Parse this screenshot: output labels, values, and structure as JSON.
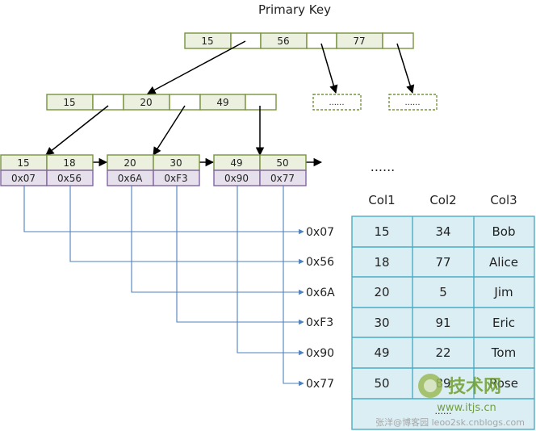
{
  "title": "Primary Key",
  "ellipsis_box": "......",
  "ellipsis_big": "......",
  "root_node": {
    "keys": [
      "15",
      "56",
      "77"
    ]
  },
  "internal_node": {
    "keys": [
      "15",
      "20",
      "49"
    ]
  },
  "leaf_nodes": [
    {
      "keys": [
        "15",
        "18"
      ],
      "addrs": [
        "0x07",
        "0x56"
      ]
    },
    {
      "keys": [
        "20",
        "30"
      ],
      "addrs": [
        "0x6A",
        "0xF3"
      ]
    },
    {
      "keys": [
        "49",
        "50"
      ],
      "addrs": [
        "0x90",
        "0x77"
      ]
    }
  ],
  "pointer_labels": [
    "0x07",
    "0x56",
    "0x6A",
    "0xF3",
    "0x90",
    "0x77"
  ],
  "table": {
    "headers": [
      "Col1",
      "Col2",
      "Col3"
    ],
    "rows": [
      [
        "15",
        "34",
        "Bob"
      ],
      [
        "18",
        "77",
        "Alice"
      ],
      [
        "20",
        "5",
        "Jim"
      ],
      [
        "30",
        "91",
        "Eric"
      ],
      [
        "49",
        "22",
        "Tom"
      ],
      [
        "50",
        "89",
        "Rose"
      ]
    ],
    "last_row": "......"
  },
  "watermark": {
    "logo_text": "技术网",
    "site": "www.itjs.cn",
    "credit": "张洋@博客园 leoo2sk.cnblogs.com"
  },
  "colors": {
    "node_fill": "#ebf1de",
    "node_border": "#77933c",
    "addr_fill": "#e6e0ec",
    "addr_border": "#8064a2",
    "pointer_line": "#4f81bd",
    "table_fill": "#dbeef4",
    "table_border": "#4bacc6",
    "arrow": "#000000"
  }
}
